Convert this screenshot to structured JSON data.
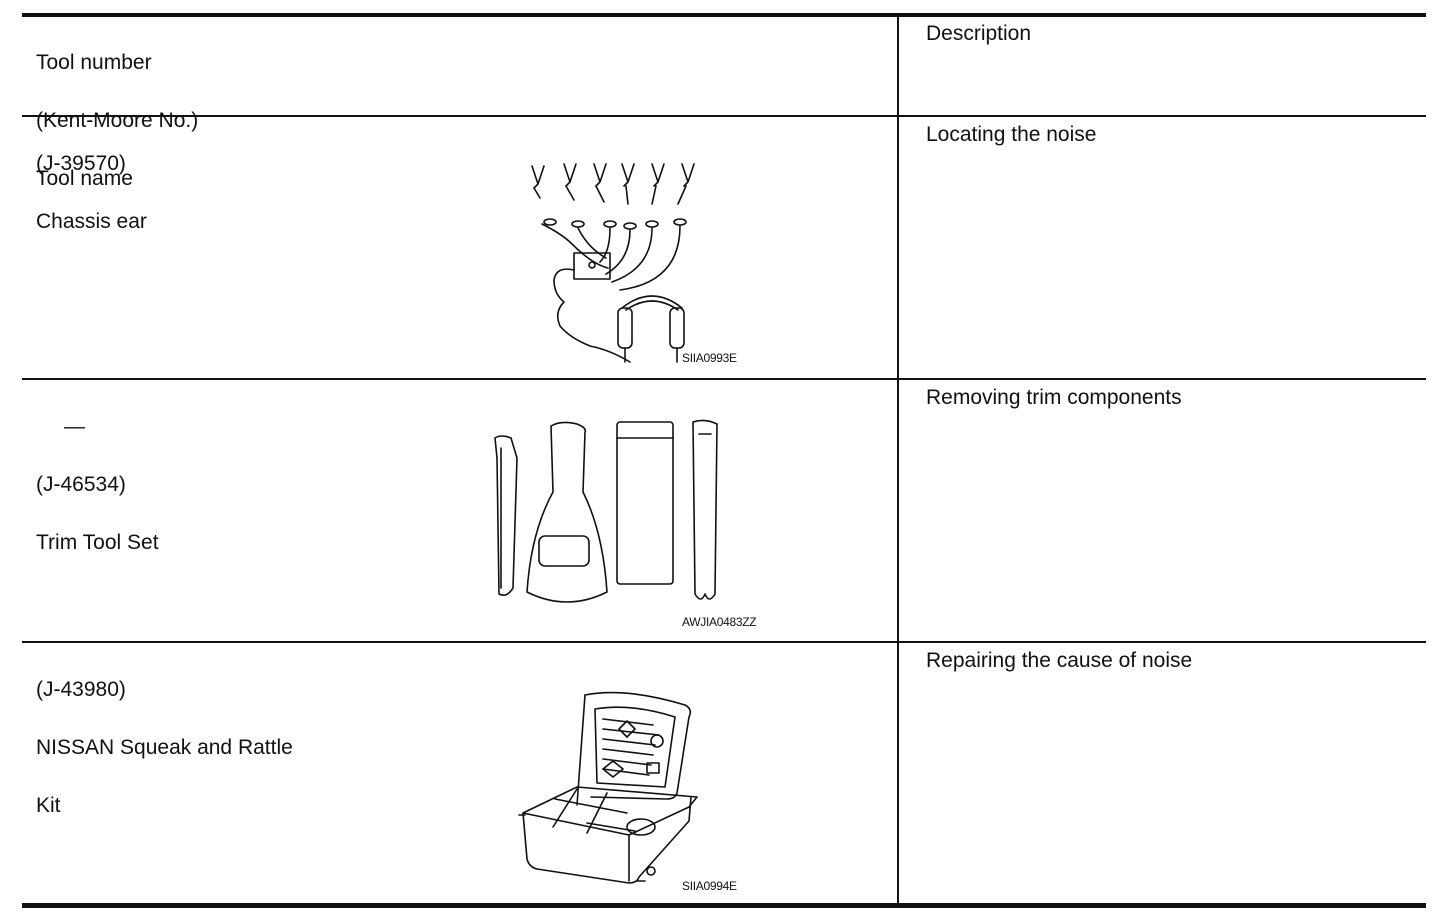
{
  "header": {
    "tool_col": [
      "Tool number",
      "(Kent-Moore No.)",
      "Tool name"
    ],
    "desc_col": "Description"
  },
  "rows": [
    {
      "tool_lines": [
        "(J-39570)",
        "Chassis ear"
      ],
      "description": "Locating the noise",
      "figure_code": "SIIA0993E",
      "figure_icon": "chassis-ear-illustration"
    },
    {
      "tool_lines": [
        "—",
        "(J-46534)",
        "Trim Tool Set"
      ],
      "description": "Removing trim components",
      "figure_code": "AWJIA0483ZZ",
      "figure_icon": "trim-tool-set-illustration"
    },
    {
      "tool_lines": [
        "(J-43980)",
        "NISSAN Squeak and Rattle",
        "Kit"
      ],
      "description": "Repairing the cause of noise",
      "figure_code": "SIIA0994E",
      "figure_icon": "squeak-rattle-kit-illustration"
    }
  ]
}
